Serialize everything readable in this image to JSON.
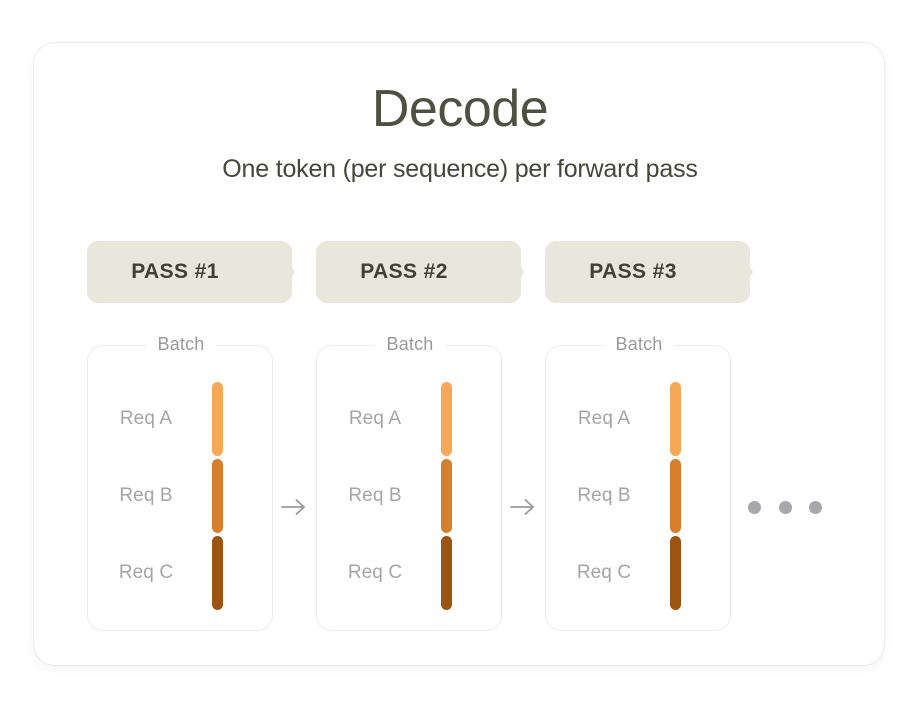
{
  "card": {
    "title": "Decode",
    "subtitle": "One token (per sequence) per forward pass"
  },
  "colors": {
    "title": "#4f4f42",
    "subtitle": "#46463c",
    "banner_bg": "#e9e6dc",
    "banner_text": "#423f33",
    "card_border": "#ececec",
    "legend_text": "#9a9a9a",
    "req_label": "#a5a5a5",
    "arrow": "#9b9b9b",
    "dot": "#a8a8ac",
    "token_a": "#f5a855",
    "token_b": "#d67f2c",
    "token_c": "#9c5411"
  },
  "passes": [
    {
      "banner_label": "PASS #1",
      "batch_legend": "Batch",
      "requests": [
        {
          "label": "Req A",
          "token_color": "#f5a855"
        },
        {
          "label": "Req B",
          "token_color": "#d67f2c"
        },
        {
          "label": "Req C",
          "token_color": "#9c5411"
        }
      ]
    },
    {
      "banner_label": "PASS #2",
      "batch_legend": "Batch",
      "requests": [
        {
          "label": "Req A",
          "token_color": "#f5a855"
        },
        {
          "label": "Req B",
          "token_color": "#d67f2c"
        },
        {
          "label": "Req C",
          "token_color": "#9c5411"
        }
      ]
    },
    {
      "banner_label": "PASS #3",
      "batch_legend": "Batch",
      "requests": [
        {
          "label": "Req A",
          "token_color": "#f5a855"
        },
        {
          "label": "Req B",
          "token_color": "#d67f2c"
        },
        {
          "label": "Req C",
          "token_color": "#9c5411"
        }
      ]
    }
  ],
  "connectors": {
    "arrow_icon": "arrow-right-icon",
    "count": 2
  },
  "continuation": {
    "icon": "ellipsis-icon",
    "dots": 3
  }
}
